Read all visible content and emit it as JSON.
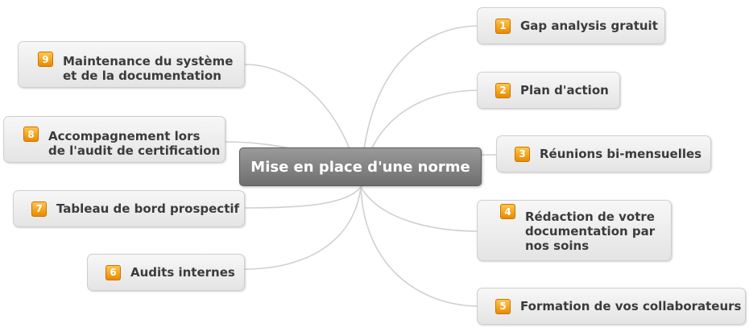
{
  "root": {
    "label": "Mise en place d'une norme"
  },
  "topics": [
    {
      "number": "1",
      "label": "Gap analysis gratuit"
    },
    {
      "number": "2",
      "label": "Plan d'action"
    },
    {
      "number": "3",
      "label": "Réunions bi-mensuelles"
    },
    {
      "number": "4",
      "label": "Rédaction de votre\ndocumentation par\nnos soins"
    },
    {
      "number": "5",
      "label": "Formation de vos collaborateurs"
    },
    {
      "number": "6",
      "label": "Audits internes"
    },
    {
      "number": "7",
      "label": "Tableau de bord prospectif"
    },
    {
      "number": "8",
      "label": "Accompagnement lors\nde l'audit de certification"
    },
    {
      "number": "9",
      "label": "Maintenance du système\net de la documentation"
    }
  ],
  "colors": {
    "badge": "#f0a010",
    "root": "#808080",
    "node": "#e8e8e8",
    "connector": "#d0d0d0"
  }
}
